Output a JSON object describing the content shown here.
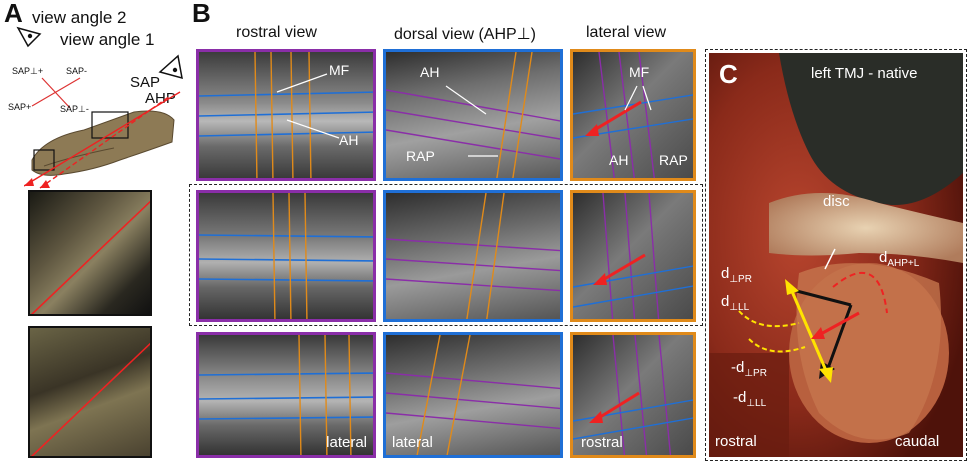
{
  "panels": {
    "a": "A",
    "b": "B",
    "c": "C"
  },
  "panel_a": {
    "view_angle_2": "view angle 2",
    "view_angle_1": "view angle 1",
    "sap": "SAP",
    "ahp": "AHP",
    "axis_sap_perp_plus": "SAP⊥+",
    "axis_sap_minus": "SAP-",
    "axis_sap_plus": "SAP+",
    "axis_sap_perp_minus": "SAP⊥-"
  },
  "panel_b": {
    "col_rostral": "rostral view",
    "col_dorsal": "dorsal view (AHP⊥)",
    "col_lateral": "lateral view",
    "ann_mf": "MF",
    "ann_ah": "AH",
    "ann_rap": "RAP",
    "corner_lateral": "lateral",
    "corner_rostral": "rostral"
  },
  "panel_c": {
    "title": "left TMJ - native",
    "disc": "disc",
    "d_ahp_l": "d",
    "d_ahp_l_sub": "AHP+L",
    "d_pr": "d",
    "d_pr_sub": "⊥PR",
    "d_ll": "d",
    "d_ll_sub": "⊥LL",
    "neg_d_pr": "-d",
    "neg_d_pr_sub": "⊥PR",
    "neg_d_ll": "-d",
    "neg_d_ll_sub": "⊥LL",
    "rostral": "rostral",
    "caudal": "caudal"
  }
}
